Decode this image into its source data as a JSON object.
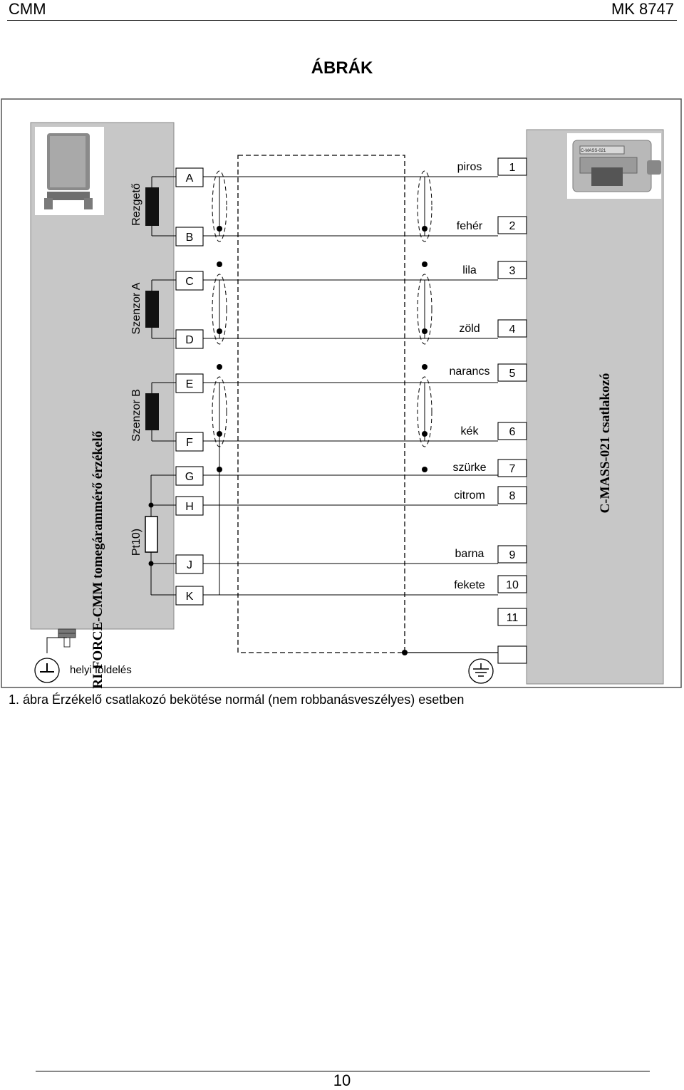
{
  "header": {
    "left": "CMM",
    "right": "MK 8747"
  },
  "section_title": "ÁBRÁK",
  "diagram": {
    "sensor_title": "CORI-FORCE-CMM tomegárammérő érzékelő",
    "connector_title": "C-MASS-021 csatlakozó",
    "groups": [
      "Rezgető",
      "Szenzor A",
      "Szenzor B",
      "Pt10)"
    ],
    "left_pins": [
      "A",
      "B",
      "C",
      "D",
      "E",
      "F",
      "G",
      "H",
      "J",
      "K"
    ],
    "wire_colors": [
      "piros",
      "fehér",
      "lila",
      "zöld",
      "narancs",
      "kék",
      "szürke",
      "citrom",
      "barna",
      "fekete"
    ],
    "right_terminals": [
      "1",
      "2",
      "3",
      "4",
      "5",
      "6",
      "7",
      "8",
      "9",
      "10",
      "11"
    ],
    "local_ground_label": "helyi földelés",
    "device_screen_label": "C-MASS-021"
  },
  "caption": "1. ábra Érzékelő csatlakozó bekötése normál (nem robbanásveszélyes) esetben",
  "page_number": "10"
}
